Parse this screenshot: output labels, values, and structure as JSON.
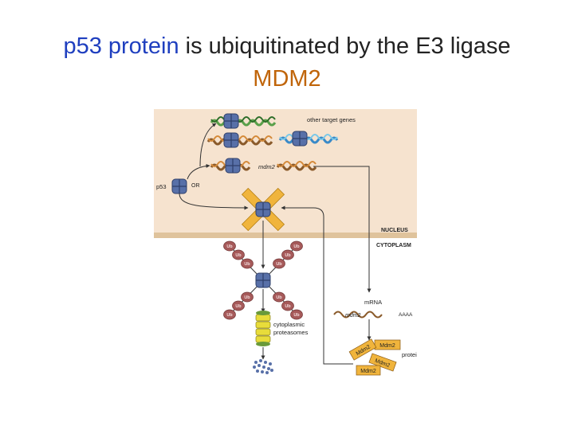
{
  "title": {
    "part1": "p53 protein",
    "part2": " is ubiquitinated by the E3 ligase",
    "part3": "MDM2"
  },
  "diagram": {
    "labels": {
      "other_target_genes": "other target genes",
      "mdm2_gene": "mdm2",
      "p53": "p53",
      "or": "OR",
      "nucleus": "NUCLEUS",
      "cytoplasm": "CYTOPLASM",
      "mrna": "mRNA",
      "mrna_mdm2": "mdm2",
      "aaaa": "AAAA",
      "proteasomes_line1": "cytoplasmic",
      "proteasomes_line2": "proteasomes",
      "protein": "protein",
      "mdm2_protein": "Mdm2",
      "ubiquitin": "Ub"
    },
    "colors": {
      "nucleus_bg": "#f6e3cf",
      "membrane": "#dfc39c",
      "p53_blue": "#5870a8",
      "mdm2_orange": "#f0b43c",
      "ubiquitin_red": "#a65a5a",
      "dna_green": "#5aa04a",
      "dna_brown": "#8a5a2a",
      "dna_blue": "#3a8ac8"
    }
  }
}
